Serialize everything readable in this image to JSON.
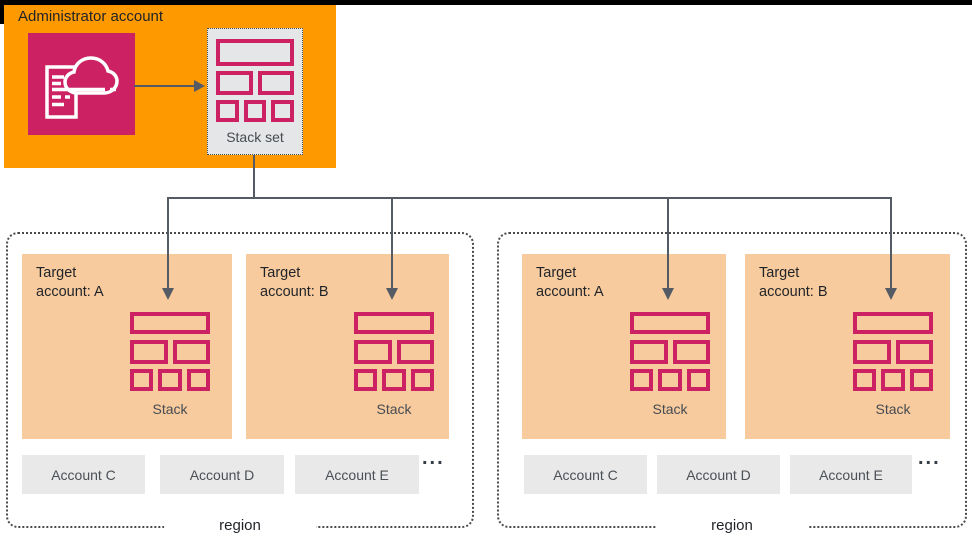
{
  "diagram": {
    "admin": {
      "title": "Administrator account",
      "stack_set_label": "Stack set"
    },
    "regions": [
      {
        "label": "region",
        "targets": [
          {
            "line1": "Target",
            "line2": "account: A",
            "stack": "Stack"
          },
          {
            "line1": "Target",
            "line2": "account: B",
            "stack": "Stack"
          }
        ],
        "accounts": [
          "Account C",
          "Account D",
          "Account E"
        ],
        "more": "..."
      },
      {
        "label": "region",
        "targets": [
          {
            "line1": "Target",
            "line2": "account: A",
            "stack": "Stack"
          },
          {
            "line1": "Target",
            "line2": "account: B",
            "stack": "Stack"
          }
        ],
        "accounts": [
          "Account C",
          "Account D",
          "Account E"
        ],
        "more": "..."
      }
    ],
    "colors": {
      "admin_bg": "#FF9900",
      "cloudformation_pink": "#CC2264",
      "target_bg": "#F8CB9E",
      "stackset_panel_bg": "#E5E6E7",
      "account_bg": "#E9E9E9",
      "connector": "#545B64",
      "region_border": "#4A4A4A"
    }
  }
}
